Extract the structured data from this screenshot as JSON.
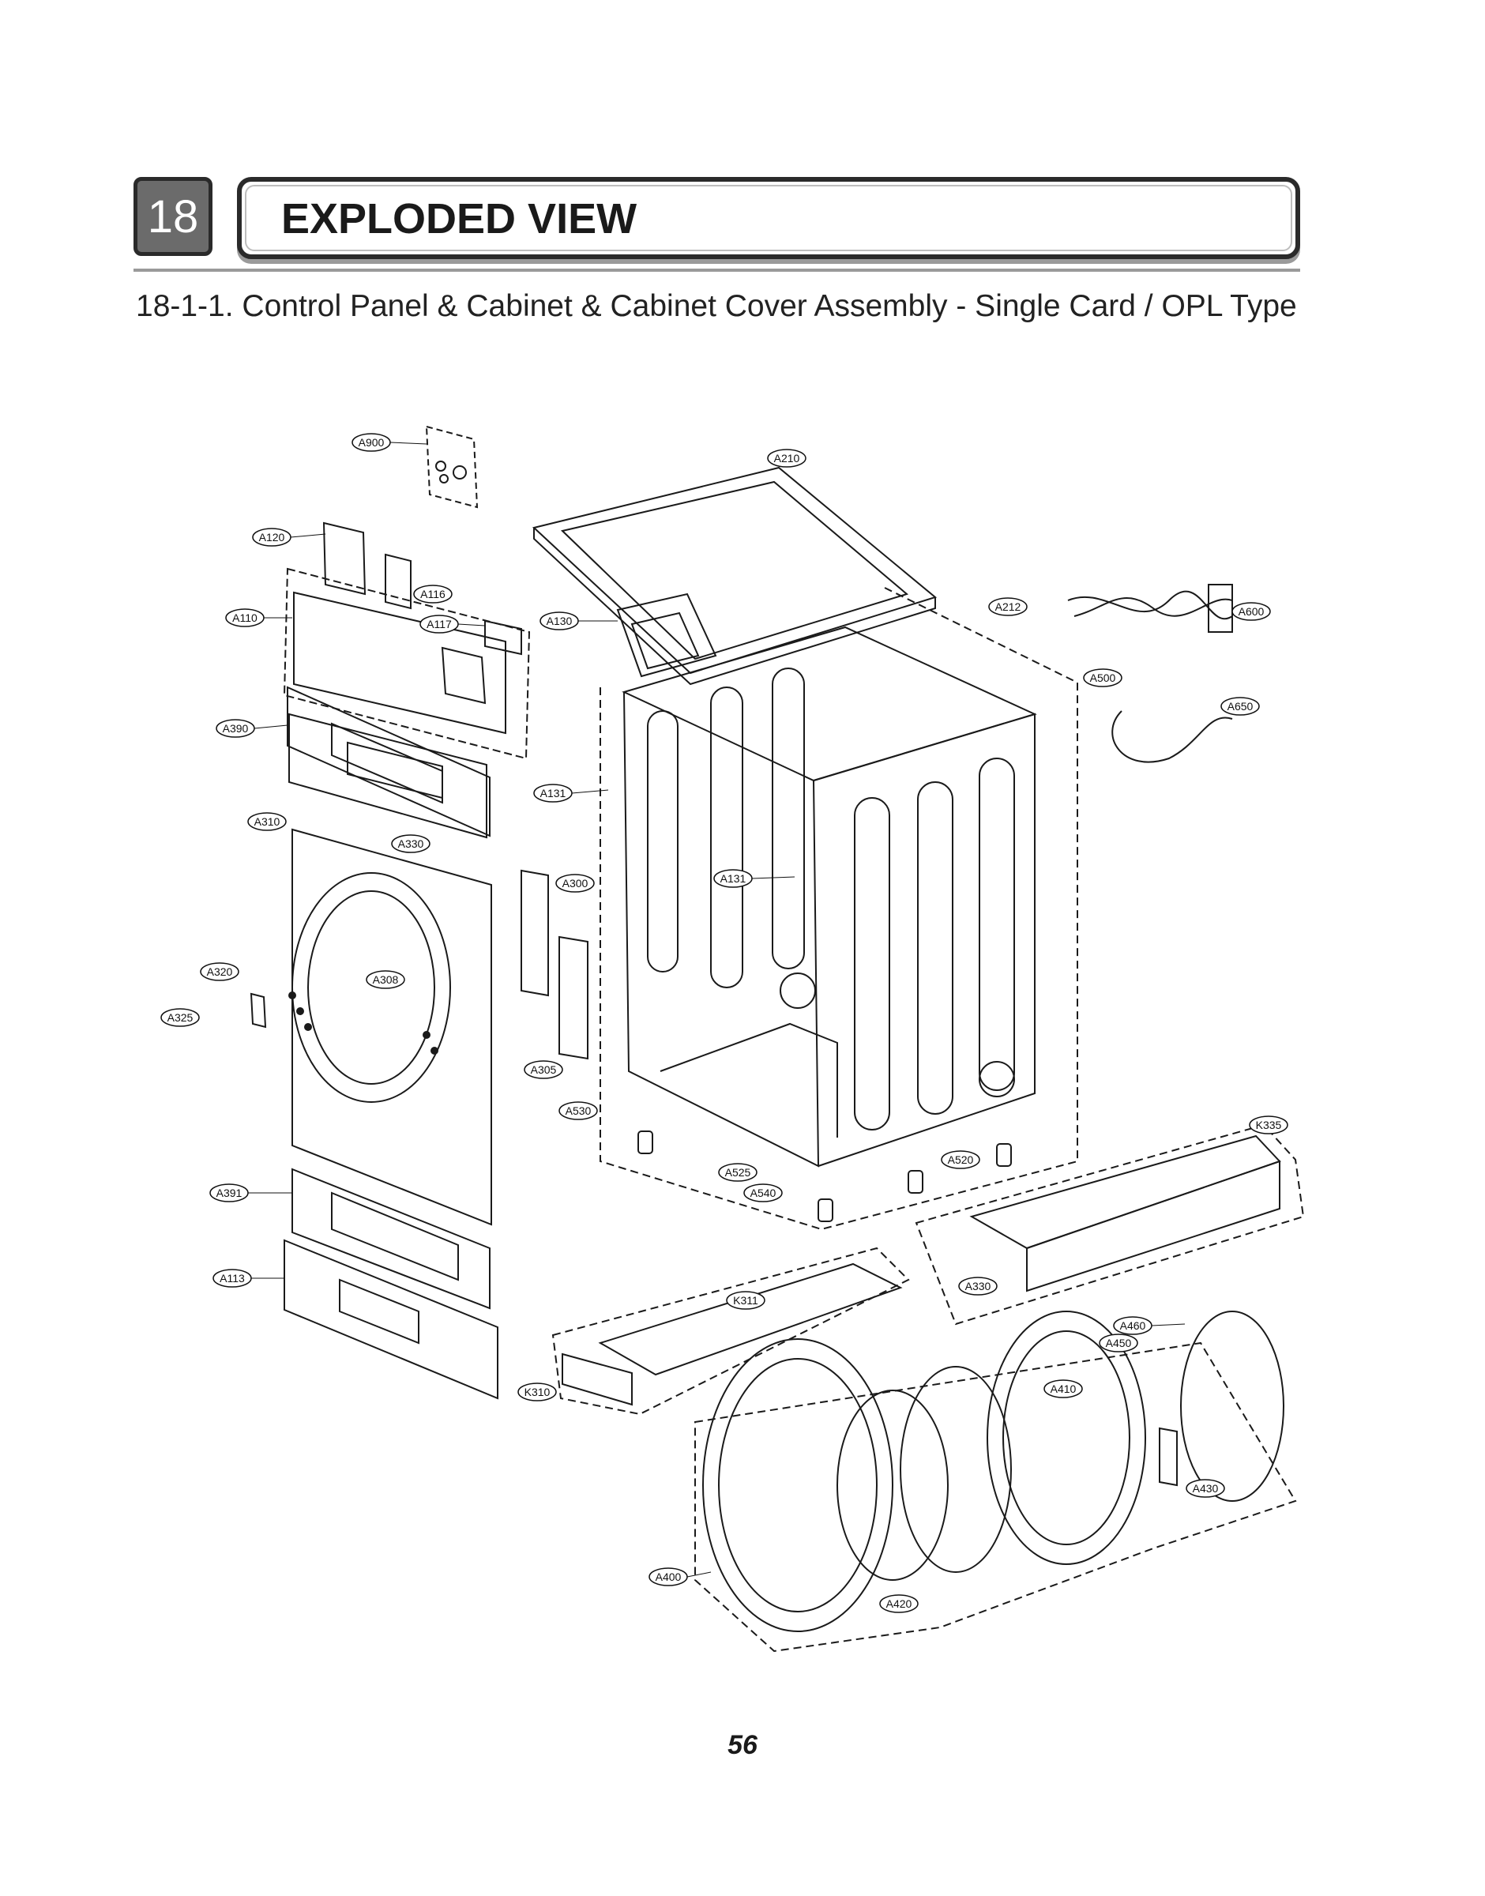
{
  "header": {
    "section_number": "18",
    "title": "EXPLODED VIEW",
    "subtitle": "18-1-1. Control Panel & Cabinet & Cabinet Cover Assembly - Single Card / OPL Type"
  },
  "parts": {
    "A900": "A900",
    "A210": "A210",
    "A120": "A120",
    "A116": "A116",
    "A110": "A110",
    "A117": "A117",
    "A130": "A130",
    "A212": "A212",
    "A600": "A600",
    "A500": "A500",
    "A650": "A650",
    "A390": "A390",
    "A131a": "A131",
    "A131b": "A131",
    "A310": "A310",
    "A330a": "A330",
    "A300": "A300",
    "A320": "A320",
    "A308": "A308",
    "A325": "A325",
    "A305": "A305",
    "A530": "A530",
    "K335": "K335",
    "A520": "A520",
    "A525": "A525",
    "A540": "A540",
    "A391": "A391",
    "A330b": "A330",
    "A113": "A113",
    "K311": "K311",
    "A460": "A460",
    "A450": "A450",
    "A410": "A410",
    "K310": "K310",
    "A430": "A430",
    "A400": "A400",
    "A420": "A420"
  },
  "footer": {
    "page_number": "56"
  }
}
